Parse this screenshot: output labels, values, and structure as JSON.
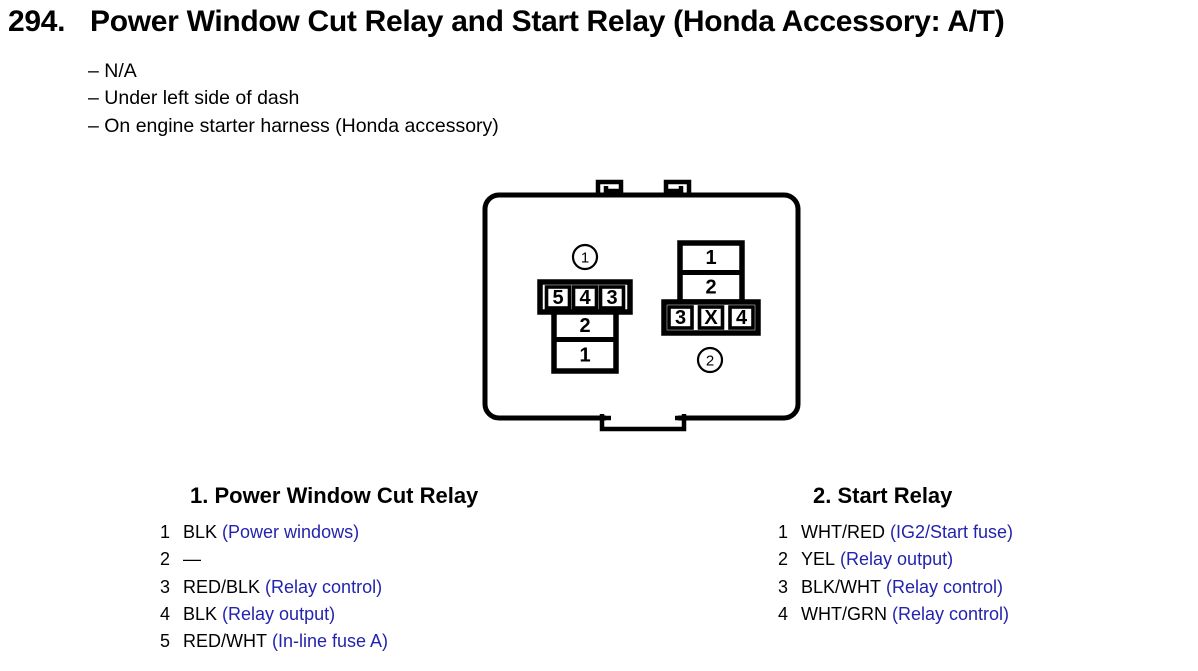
{
  "page": {
    "number": "294.",
    "title": "Power Window Cut Relay and Start Relay (Honda Accessory: A/T)",
    "notes": [
      "– N/A",
      "– Under left side of dash",
      "– On engine starter harness (Honda accessory)"
    ]
  },
  "diagram": {
    "connector1": {
      "label": "1",
      "top_row": [
        "5",
        "4",
        "3"
      ],
      "stack": [
        "2",
        "1"
      ]
    },
    "connector2": {
      "label": "2",
      "stack": [
        "1",
        "2"
      ],
      "bottom_row": [
        "3",
        "X",
        "4"
      ]
    }
  },
  "legend": {
    "left": {
      "heading": "1. Power Window Cut Relay",
      "pins": [
        {
          "num": "1",
          "wire": "BLK",
          "desc": "(Power windows)"
        },
        {
          "num": "2",
          "wire": "—",
          "desc": ""
        },
        {
          "num": "3",
          "wire": "RED/BLK",
          "desc": "(Relay control)"
        },
        {
          "num": "4",
          "wire": "BLK",
          "desc": "(Relay output)"
        },
        {
          "num": "5",
          "wire": "RED/WHT",
          "desc": "(In-line fuse A)"
        }
      ]
    },
    "right": {
      "heading": "2. Start Relay",
      "pins": [
        {
          "num": "1",
          "wire": "WHT/RED",
          "desc": "(IG2/Start fuse)"
        },
        {
          "num": "2",
          "wire": "YEL",
          "desc": "(Relay output)"
        },
        {
          "num": "3",
          "wire": "BLK/WHT",
          "desc": "(Relay control)"
        },
        {
          "num": "4",
          "wire": "WHT/GRN",
          "desc": "(Relay control)"
        }
      ]
    }
  },
  "colors": {
    "ink": "#000000",
    "annotation_blue": "#2323ae",
    "background": "#ffffff"
  }
}
